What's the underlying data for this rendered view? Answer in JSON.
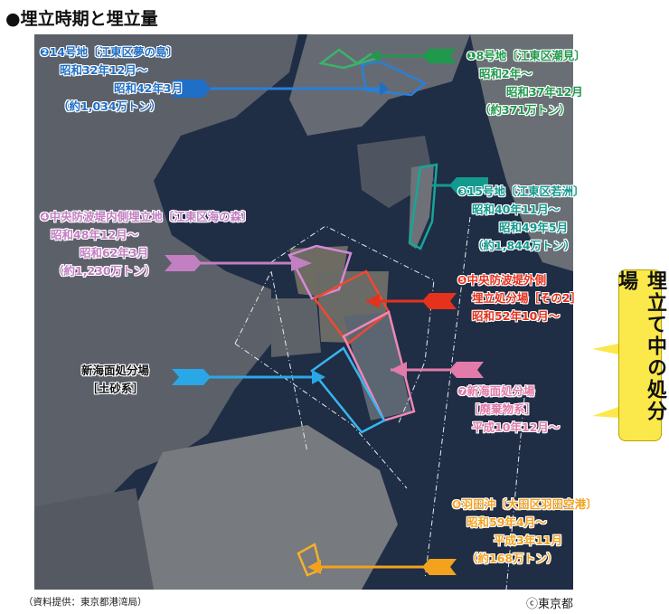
{
  "title": "●埋立時期と埋立量",
  "colors": {
    "water": "#1f2d45",
    "land": "#5a6068",
    "blue": "#1f6fc7",
    "green": "#1f9a4c",
    "teal": "#139a8e",
    "purple": "#c27fc2",
    "red": "#e5321c",
    "pink": "#e27ba9",
    "orange": "#f3a21e",
    "cyan": "#2aa7e6",
    "callout": "#fbe84a"
  },
  "sites": {
    "s2": {
      "name": "❷14号地〔江東区夢の島〕",
      "start": "昭和32年12月～",
      "end": "昭和42年3月",
      "amount": "（約1,034万トン）"
    },
    "s1": {
      "name": "❶8号地〔江東区潮見〕",
      "start": "昭和2年～",
      "end": "昭和37年12月",
      "amount": "（約371万トン）"
    },
    "s3": {
      "name": "❸15号地〔江東区若洲〕",
      "start": "昭和40年11月～",
      "end": "昭和49年5月",
      "amount": "（約1,844万トン）"
    },
    "s4": {
      "name": "❹中央防波堤内側埋立地〔江東区海の森〕",
      "start": "昭和48年12月～",
      "end": "昭和62年3月",
      "amount": "（約1,230万トン）"
    },
    "s5": {
      "name": "❺中央防波堤外側",
      "line2": "埋立処分場［その2］",
      "start": "昭和52年10月～"
    },
    "s7": {
      "name": "❼新海面処分場",
      "line2": "［廃棄物系］",
      "start": "平成10年12月～"
    },
    "s6": {
      "name": "❻羽田沖〔大田区羽田空港〕",
      "start": "昭和59年4月～",
      "end": "平成3年11月",
      "amount": "（約168万トン）"
    },
    "soil": {
      "name": "新海面処分場",
      "line2": "［土砂系］"
    }
  },
  "callout": "埋立て中の処分場",
  "footer": {
    "source": "（資料提供：東京都港湾局）",
    "copyright": "ⓒ東京都"
  }
}
